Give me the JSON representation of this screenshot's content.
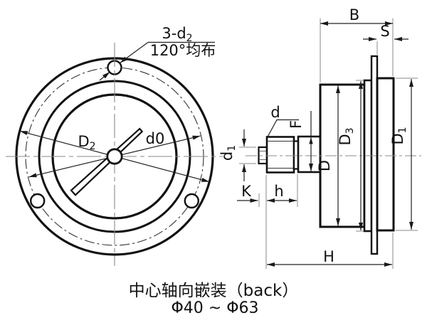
{
  "front_view": {
    "callout": {
      "count_label_main": "3-d",
      "count_label_sub": "2",
      "spacing_label": "120°均布"
    },
    "flange_dia_label": {
      "main": "D",
      "sub": "2"
    },
    "bolt_circle_label": "d0"
  },
  "side_view": {
    "dims": {
      "B": "B",
      "S": "S",
      "d": "d",
      "F": "F",
      "d1": {
        "main": "d",
        "sub": "1"
      },
      "D": "D",
      "D3": {
        "main": "D",
        "sub": "3"
      },
      "D1": {
        "main": "D",
        "sub": "1"
      },
      "K": "K",
      "h": "h",
      "H": "H"
    }
  },
  "caption": {
    "line1": "中心轴向嵌装（back）",
    "line2": "Φ40 ~ Φ63"
  },
  "colors": {
    "ink": "#111111",
    "dim_line": "#222222",
    "centerline": "#8a8a8a",
    "background": "#ffffff"
  }
}
